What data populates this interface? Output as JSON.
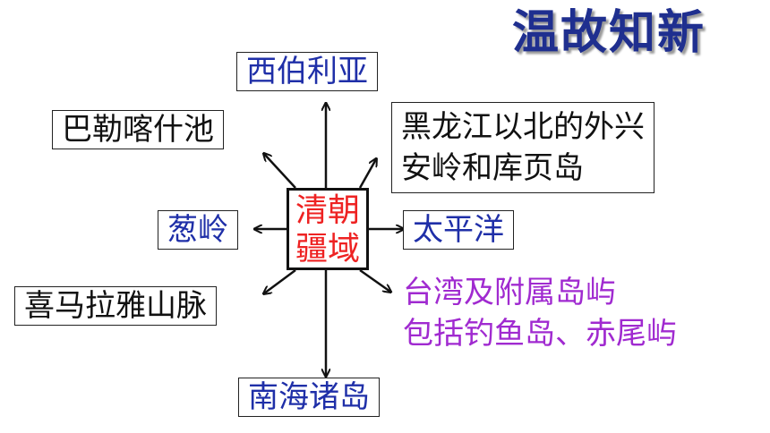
{
  "title": "温故知新",
  "center": {
    "label": "清朝\n疆域",
    "color": "#ee2222"
  },
  "regions": {
    "north": {
      "label": "西伯利亚",
      "color": "#1f2fa8"
    },
    "northwest": {
      "label": "巴勒喀什池",
      "color": "#111111"
    },
    "northeast": {
      "line1": "黑龙江以北的外兴",
      "line2": "安岭和库页岛",
      "color": "#111111"
    },
    "west": {
      "label": "葱岭",
      "color": "#1f2fa8"
    },
    "east": {
      "label": "太平洋",
      "color": "#1f2fa8"
    },
    "southwest": {
      "label": "喜马拉雅山脉",
      "color": "#111111"
    },
    "southeast": {
      "line1": "台湾及附属岛屿",
      "line2": "包括钓鱼岛、赤尾屿",
      "color": "#a02ad0"
    },
    "south": {
      "label": "南海诸岛",
      "color": "#1f2fa8"
    }
  }
}
